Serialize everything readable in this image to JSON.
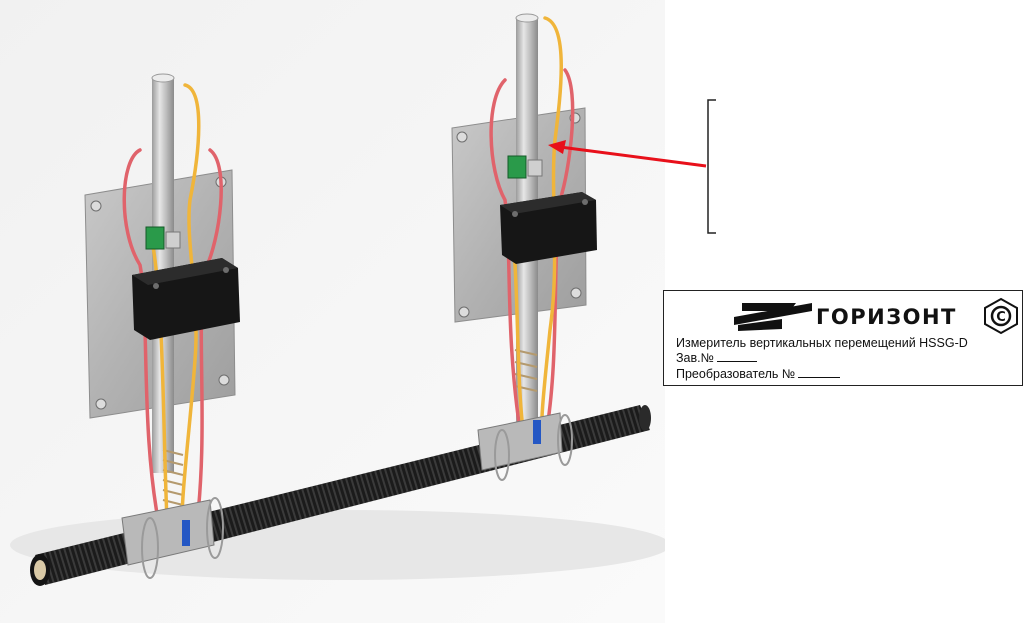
{
  "photo": {
    "description_icon": "hssg-d-sensor-assembly-icon"
  },
  "callout": {
    "arrow_color": "#e8101a",
    "bracket_color": "#222222"
  },
  "label_plate": {
    "brand_name": "ГОРИЗОНТ",
    "cert_mark_letter": "C",
    "line1": "Измеритель вертикальных перемещений HSSG-D",
    "line2_label": "Зав.№",
    "line3_label": "Преобразователь №"
  }
}
